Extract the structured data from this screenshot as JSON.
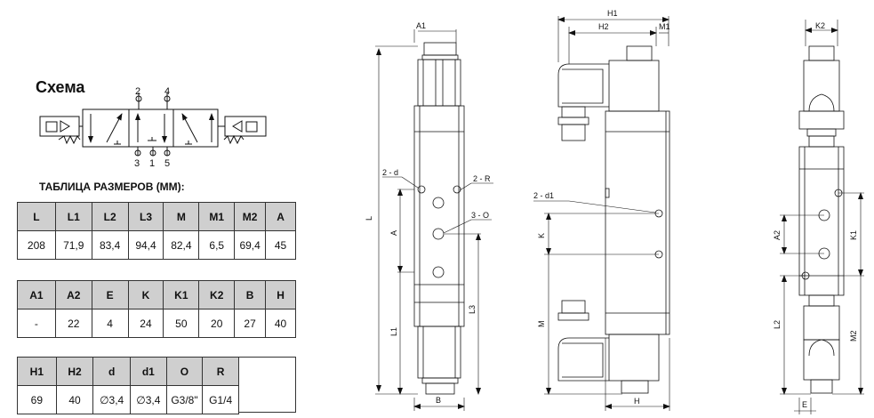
{
  "scheme_title": "Схема",
  "table_title": "ТАБЛИЦА РАЗМЕРОВ (ММ):",
  "ports": {
    "p2": "2",
    "p4": "4",
    "p3": "3",
    "p1": "1",
    "p5": "5"
  },
  "tables": [
    {
      "headers": [
        "L",
        "L1",
        "L2",
        "L3",
        "M",
        "M1",
        "M2",
        "A"
      ],
      "values": [
        "208",
        "71,9",
        "83,4",
        "94,4",
        "82,4",
        "6,5",
        "69,4",
        "45"
      ]
    },
    {
      "headers": [
        "A1",
        "A2",
        "E",
        "K",
        "K1",
        "K2",
        "B",
        "H"
      ],
      "values": [
        "-",
        "22",
        "4",
        "24",
        "50",
        "20",
        "27",
        "40"
      ]
    },
    {
      "headers": [
        "H1",
        "H2",
        "d",
        "d1",
        "O",
        "R"
      ],
      "values": [
        "69",
        "40",
        "∅3,4",
        "∅3,4",
        "G3/8\"",
        "G1/4"
      ]
    }
  ],
  "front_view": {
    "A1": "A1",
    "L": "L",
    "A": "A",
    "L1": "L1",
    "L3": "L3",
    "B": "B",
    "d": "2 - d",
    "R": "2 - R",
    "O": "3 - O"
  },
  "side_view": {
    "H1": "H1",
    "H2": "H2",
    "M1": "M1",
    "d1": "2 - d1",
    "K": "K",
    "M": "M",
    "H": "H"
  },
  "end_view": {
    "K2": "K2",
    "A2": "A2",
    "K1": "K1",
    "L2": "L2",
    "M2": "M2",
    "E": "E"
  }
}
